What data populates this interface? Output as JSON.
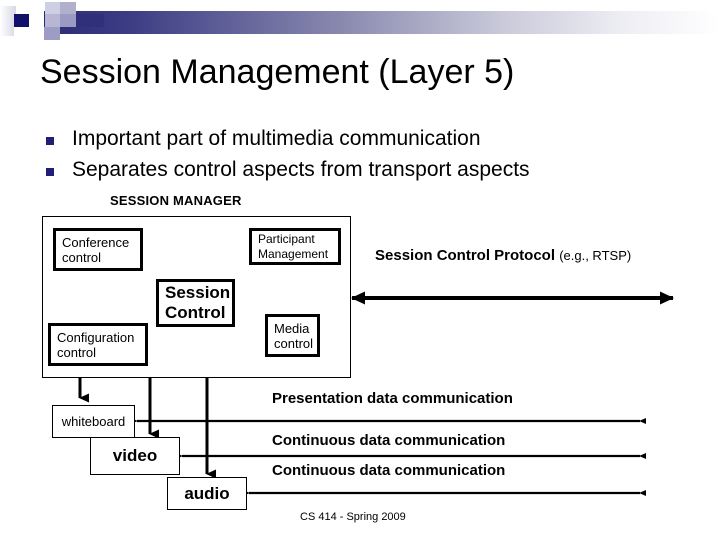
{
  "slide": {
    "title": "Session Management (Layer 5)",
    "bullets": [
      "Important part of multimedia communication",
      "Separates control aspects from transport aspects"
    ],
    "footer": "CS 414 - Spring 2009"
  },
  "diagram": {
    "session_manager_label": "SESSION MANAGER",
    "boxes": {
      "conference": "Conference control",
      "participant": "Participant Management",
      "session_control": "Session Control",
      "media": "Media control",
      "configuration": "Configuration control",
      "whiteboard": "whiteboard",
      "video": "video",
      "audio": "audio"
    },
    "labels": {
      "session_control_protocol_main": "Session Control Protocol ",
      "session_control_protocol_sub": "(e.g., RTSP)",
      "presentation_data": "Presentation data communication",
      "continuous_data_1": "Continuous data communication",
      "continuous_data_2": "Continuous data communication"
    }
  },
  "colors": {
    "accent_dark": "#11116b",
    "band_navy": "#2a2a72",
    "bullet_marker": "#1f1f7a",
    "text": "#000000",
    "background": "#ffffff"
  }
}
